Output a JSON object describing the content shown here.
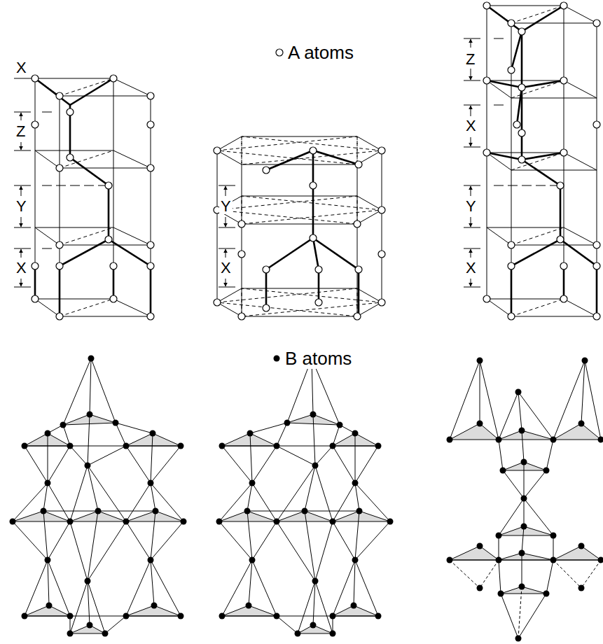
{
  "diagram": {
    "labels": [
      "X",
      "Z",
      "Y",
      "X",
      "Y",
      "X",
      "Z",
      "X",
      "Y",
      "X"
    ],
    "legend": [
      {
        "text": "A atoms"
      },
      {
        "text": "B atoms"
      }
    ]
  }
}
